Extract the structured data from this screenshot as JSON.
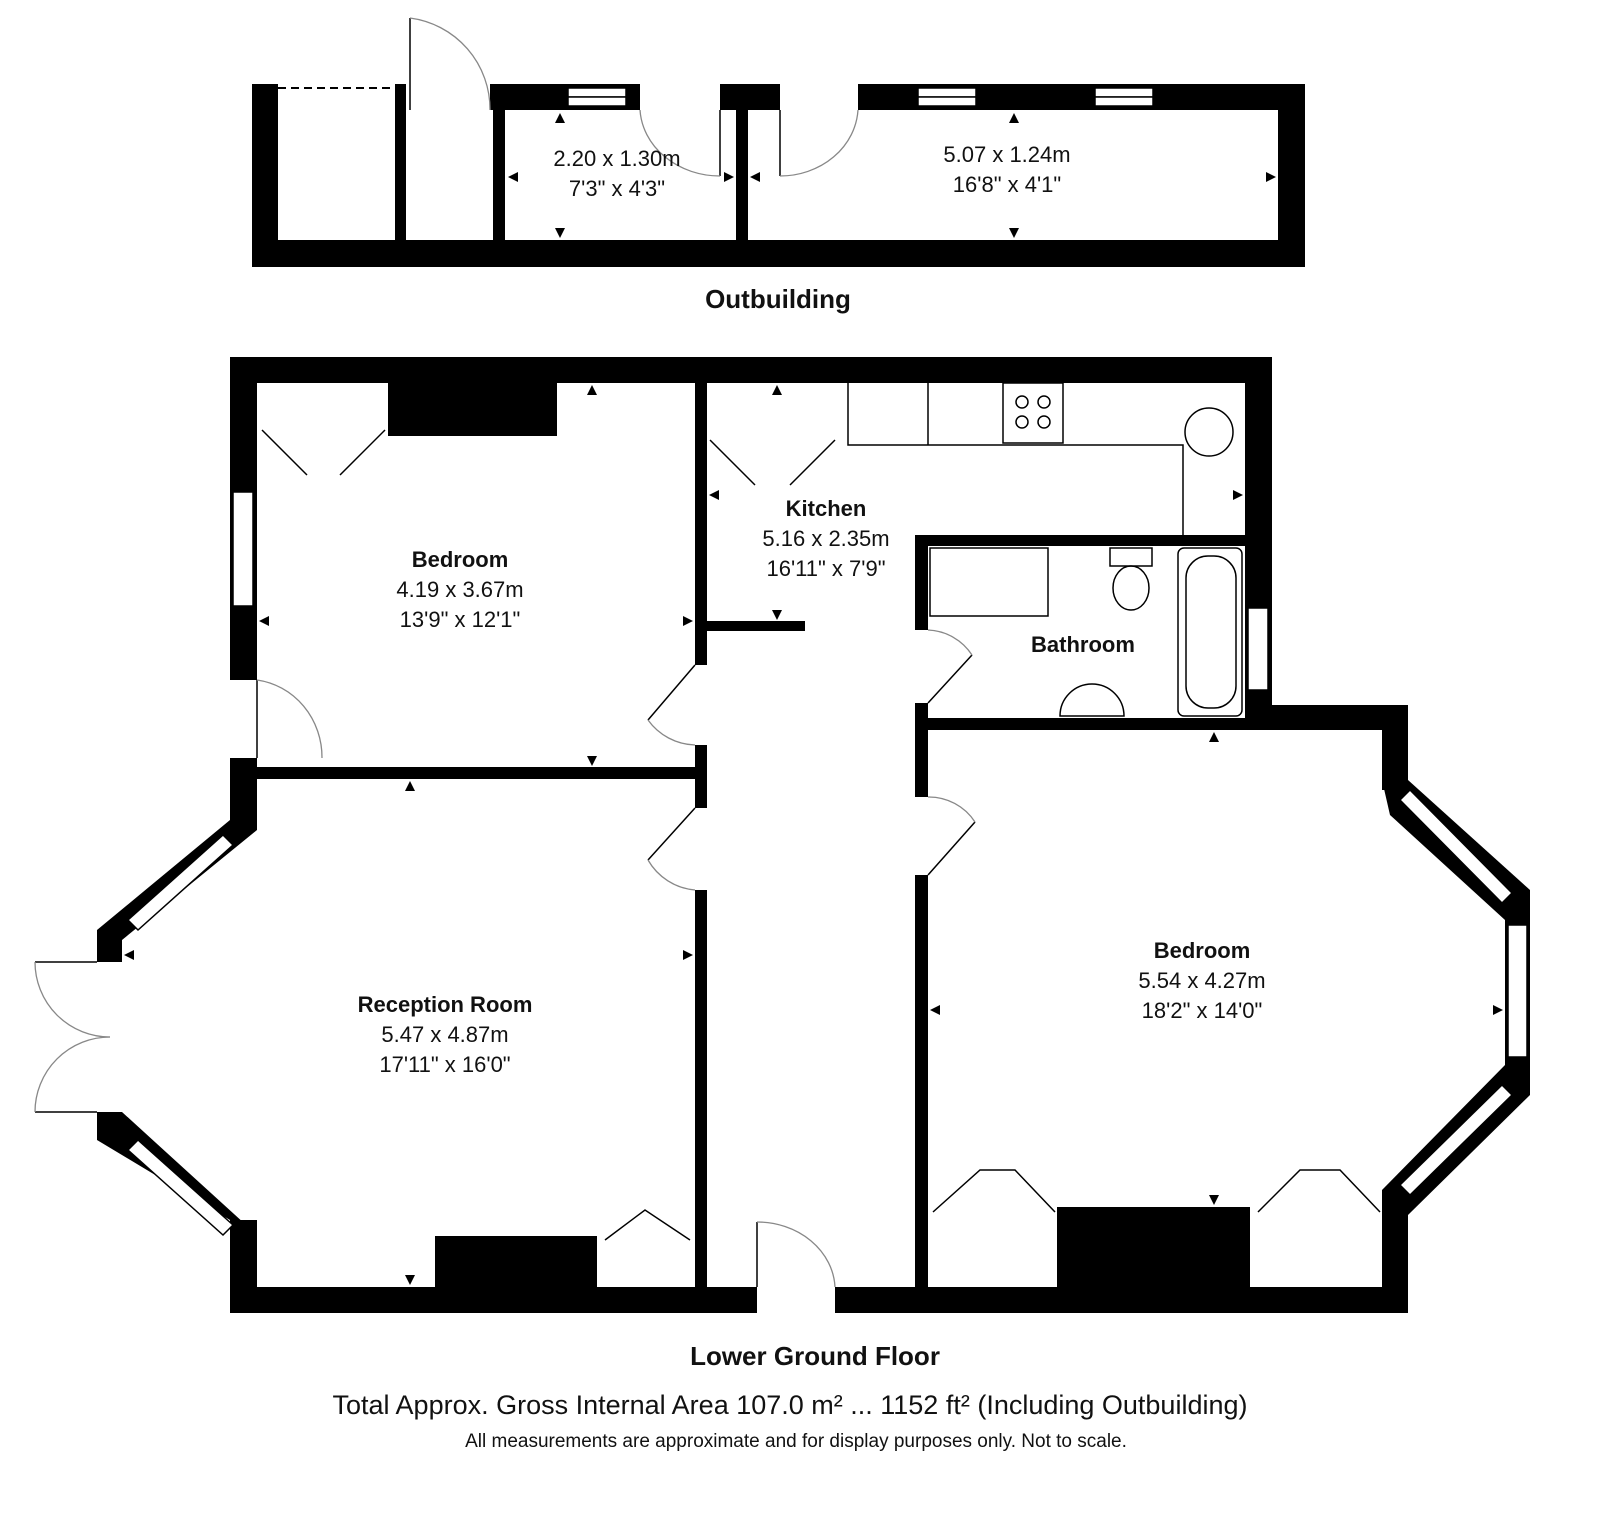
{
  "outbuilding": {
    "title": "Outbuilding",
    "rooms": [
      {
        "metric": "2.20 x 1.30m",
        "imperial": "7'3\" x 4'3\""
      },
      {
        "metric": "5.07 x 1.24m",
        "imperial": "16'8\" x 4'1\""
      }
    ]
  },
  "lower_ground_floor": {
    "title": "Lower Ground Floor",
    "rooms": [
      {
        "name": "Bedroom",
        "metric": "4.19 x 3.67m",
        "imperial": "13'9\" x 12'1\""
      },
      {
        "name": "Kitchen",
        "metric": "5.16 x 2.35m",
        "imperial": "16'11\" x 7'9\""
      },
      {
        "name": "Bathroom"
      },
      {
        "name": "Reception Room",
        "metric": "5.47 x 4.87m",
        "imperial": "17'11\" x 16'0\""
      },
      {
        "name": "Bedroom",
        "metric": "5.54 x 4.27m",
        "imperial": "18'2\" x 14'0\""
      }
    ]
  },
  "footer": {
    "total_area": "Total Approx. Gross Internal Area 107.0 m² ... 1152 ft² (Including Outbuilding)",
    "disclaimer": "All measurements are approximate and for display purposes only. Not to scale."
  }
}
